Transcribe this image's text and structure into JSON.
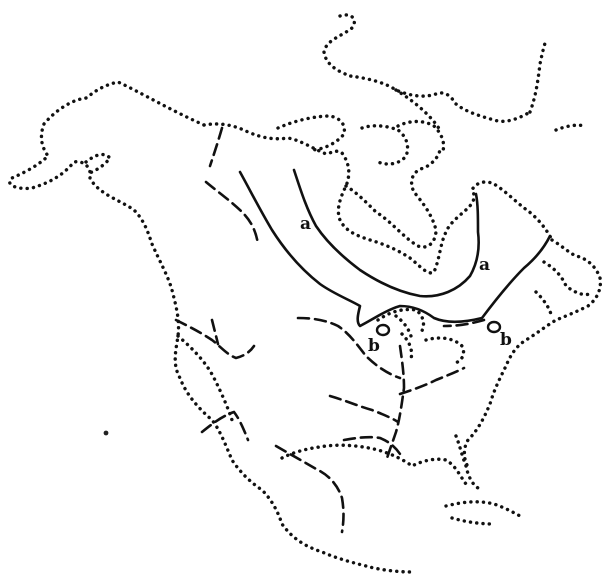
{
  "map": {
    "labels": {
      "a_west": "a",
      "a_east": "a",
      "b_west": "b",
      "b_east": "b"
    }
  }
}
